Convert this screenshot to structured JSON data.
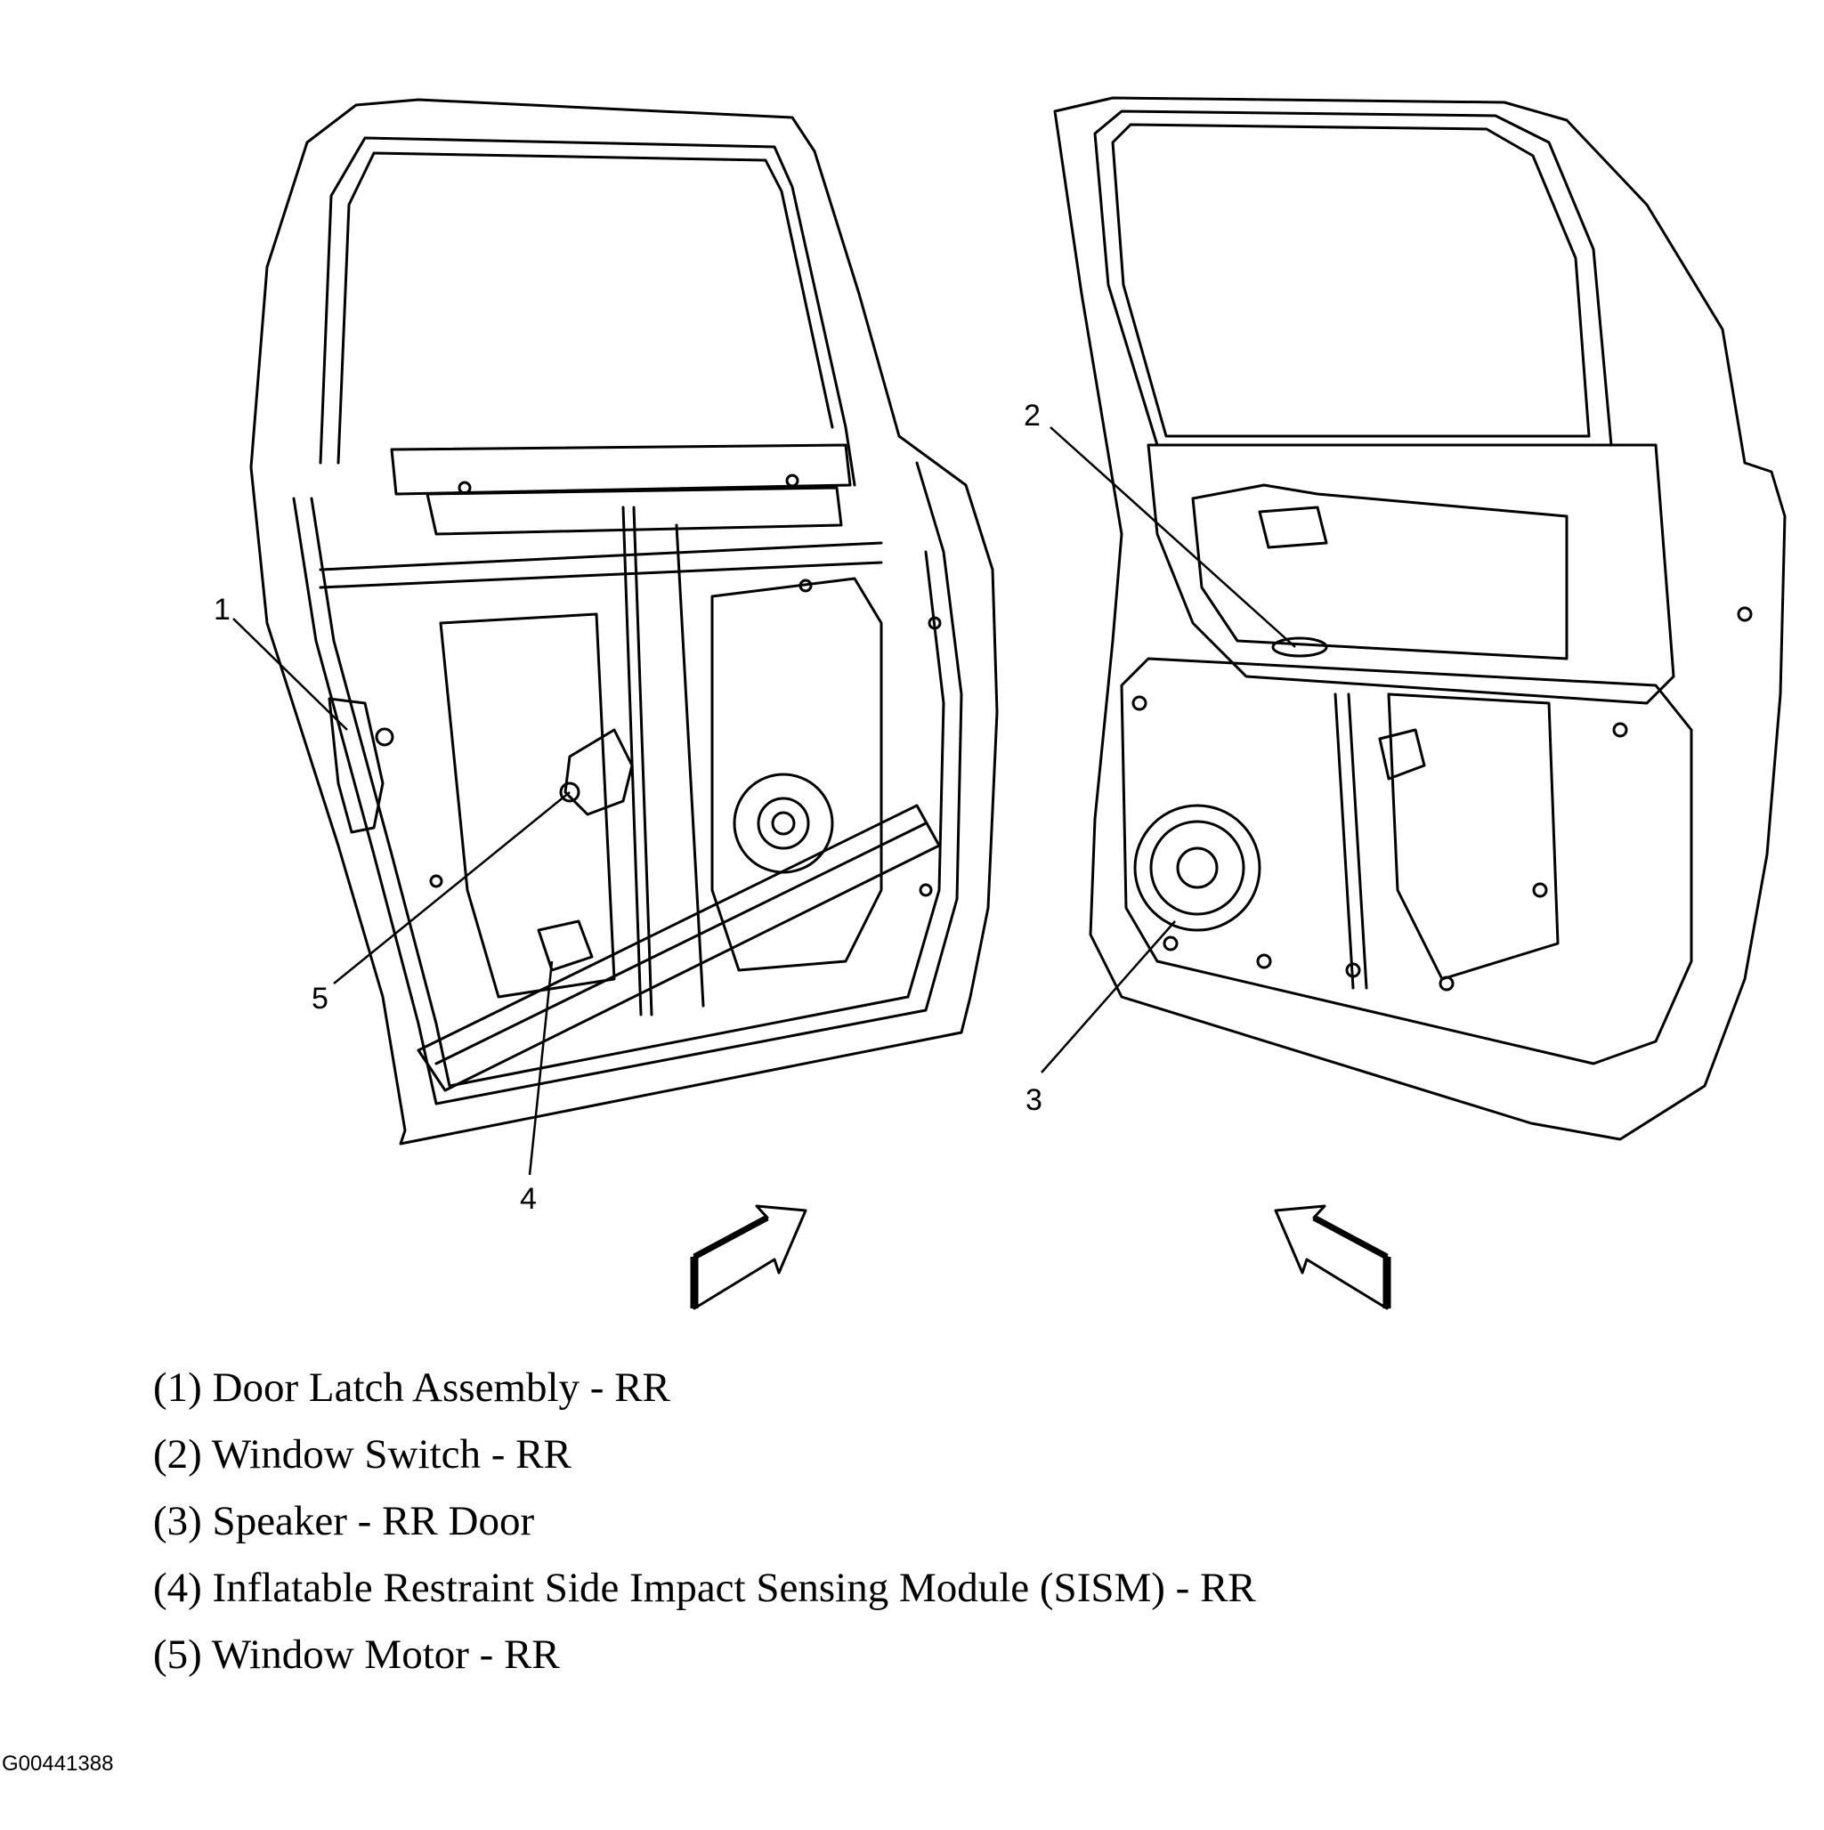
{
  "callouts": [
    {
      "number": "1"
    },
    {
      "number": "2"
    },
    {
      "number": "3"
    },
    {
      "number": "4"
    },
    {
      "number": "5"
    }
  ],
  "legend": [
    "(1) Door Latch Assembly - RR",
    "(2) Window Switch - RR",
    "(3) Speaker - RR Door",
    "(4) Inflatable Restraint Side Impact Sensing Module (SISM) - RR",
    "(5) Window Motor - RR"
  ],
  "figure_id": "G00441388",
  "colors": {
    "line": "#000000",
    "background": "#ffffff"
  }
}
